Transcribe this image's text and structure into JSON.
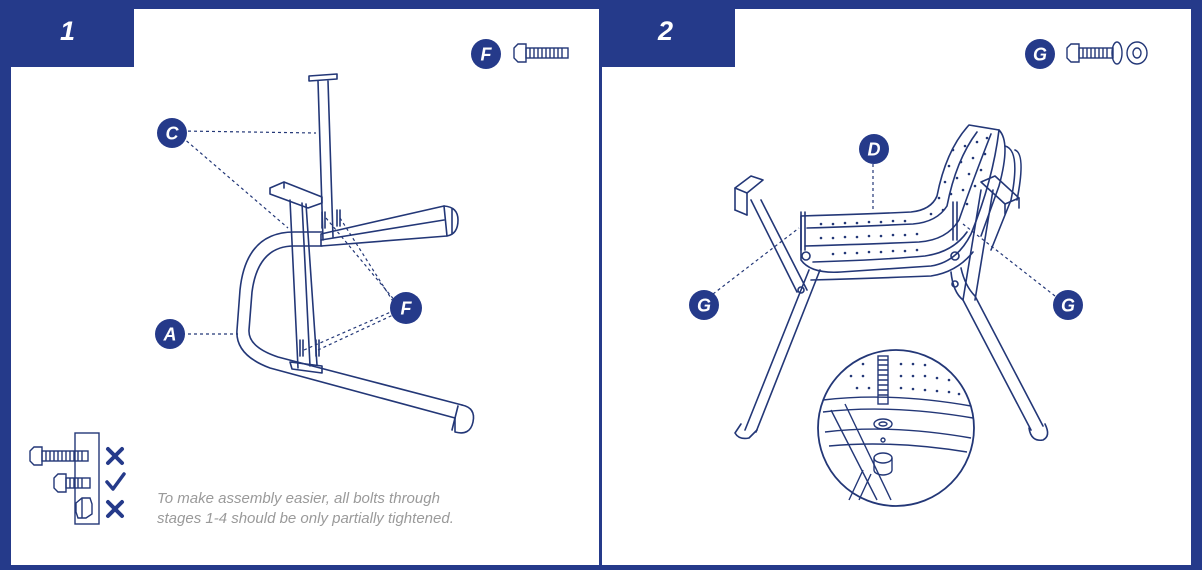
{
  "colors": {
    "brand": "#253a8a",
    "line": "#233777",
    "note": "#9a9a9a"
  },
  "steps": [
    {
      "number": "1",
      "part_labels": {
        "seat_leg": "C",
        "base_frame": "A",
        "bolt_callout": "F",
        "hardware_key": "F"
      },
      "legend_marks": [
        "cross-icon",
        "check-icon",
        "cross-icon"
      ],
      "note_lines": [
        "To make assembly easier, all bolts through",
        "stages 1-4 should be only partially tightened."
      ]
    },
    {
      "number": "2",
      "part_labels": {
        "seat": "D",
        "left_bolt": "G",
        "right_bolt": "G",
        "hardware_key": "G"
      }
    }
  ]
}
